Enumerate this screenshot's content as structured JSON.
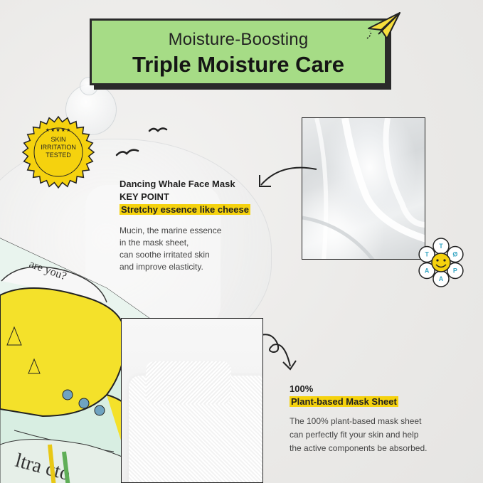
{
  "header": {
    "subtitle": "Moisture-Boosting",
    "title": "Triple Moisture Care"
  },
  "badge": {
    "stars": "★★★★★",
    "line1": "SKIN",
    "line2": "IRRITATION",
    "line3": "TESTED"
  },
  "key_point": {
    "product": "Dancing Whale Face Mask",
    "label": "KEY POINT",
    "highlight": "Stretchy essence like cheese",
    "description": [
      "Mucin, the marine essence",
      "in the mask sheet,",
      "can soothe irritated skin",
      "and improve elasticity."
    ]
  },
  "plant_based": {
    "percent": "100%",
    "highlight": "Plant-based Mask Sheet",
    "description": [
      "The 100% plant-based mask sheet",
      "can perfectly fit your skin and help",
      "the active components be absorbed."
    ]
  },
  "flower": {
    "letters": [
      "T",
      "Ø",
      "P",
      "A",
      "A",
      "T"
    ]
  },
  "colors": {
    "banner_green": "#a6dc86",
    "highlight_yellow": "#f5d20e",
    "badge_yellow": "#f5d20e",
    "outline": "#2a2a2a"
  },
  "icons": [
    "paper-plane-icon",
    "bird-icon",
    "curved-arrow-icon",
    "smiley-flower-icon",
    "star-icon"
  ]
}
